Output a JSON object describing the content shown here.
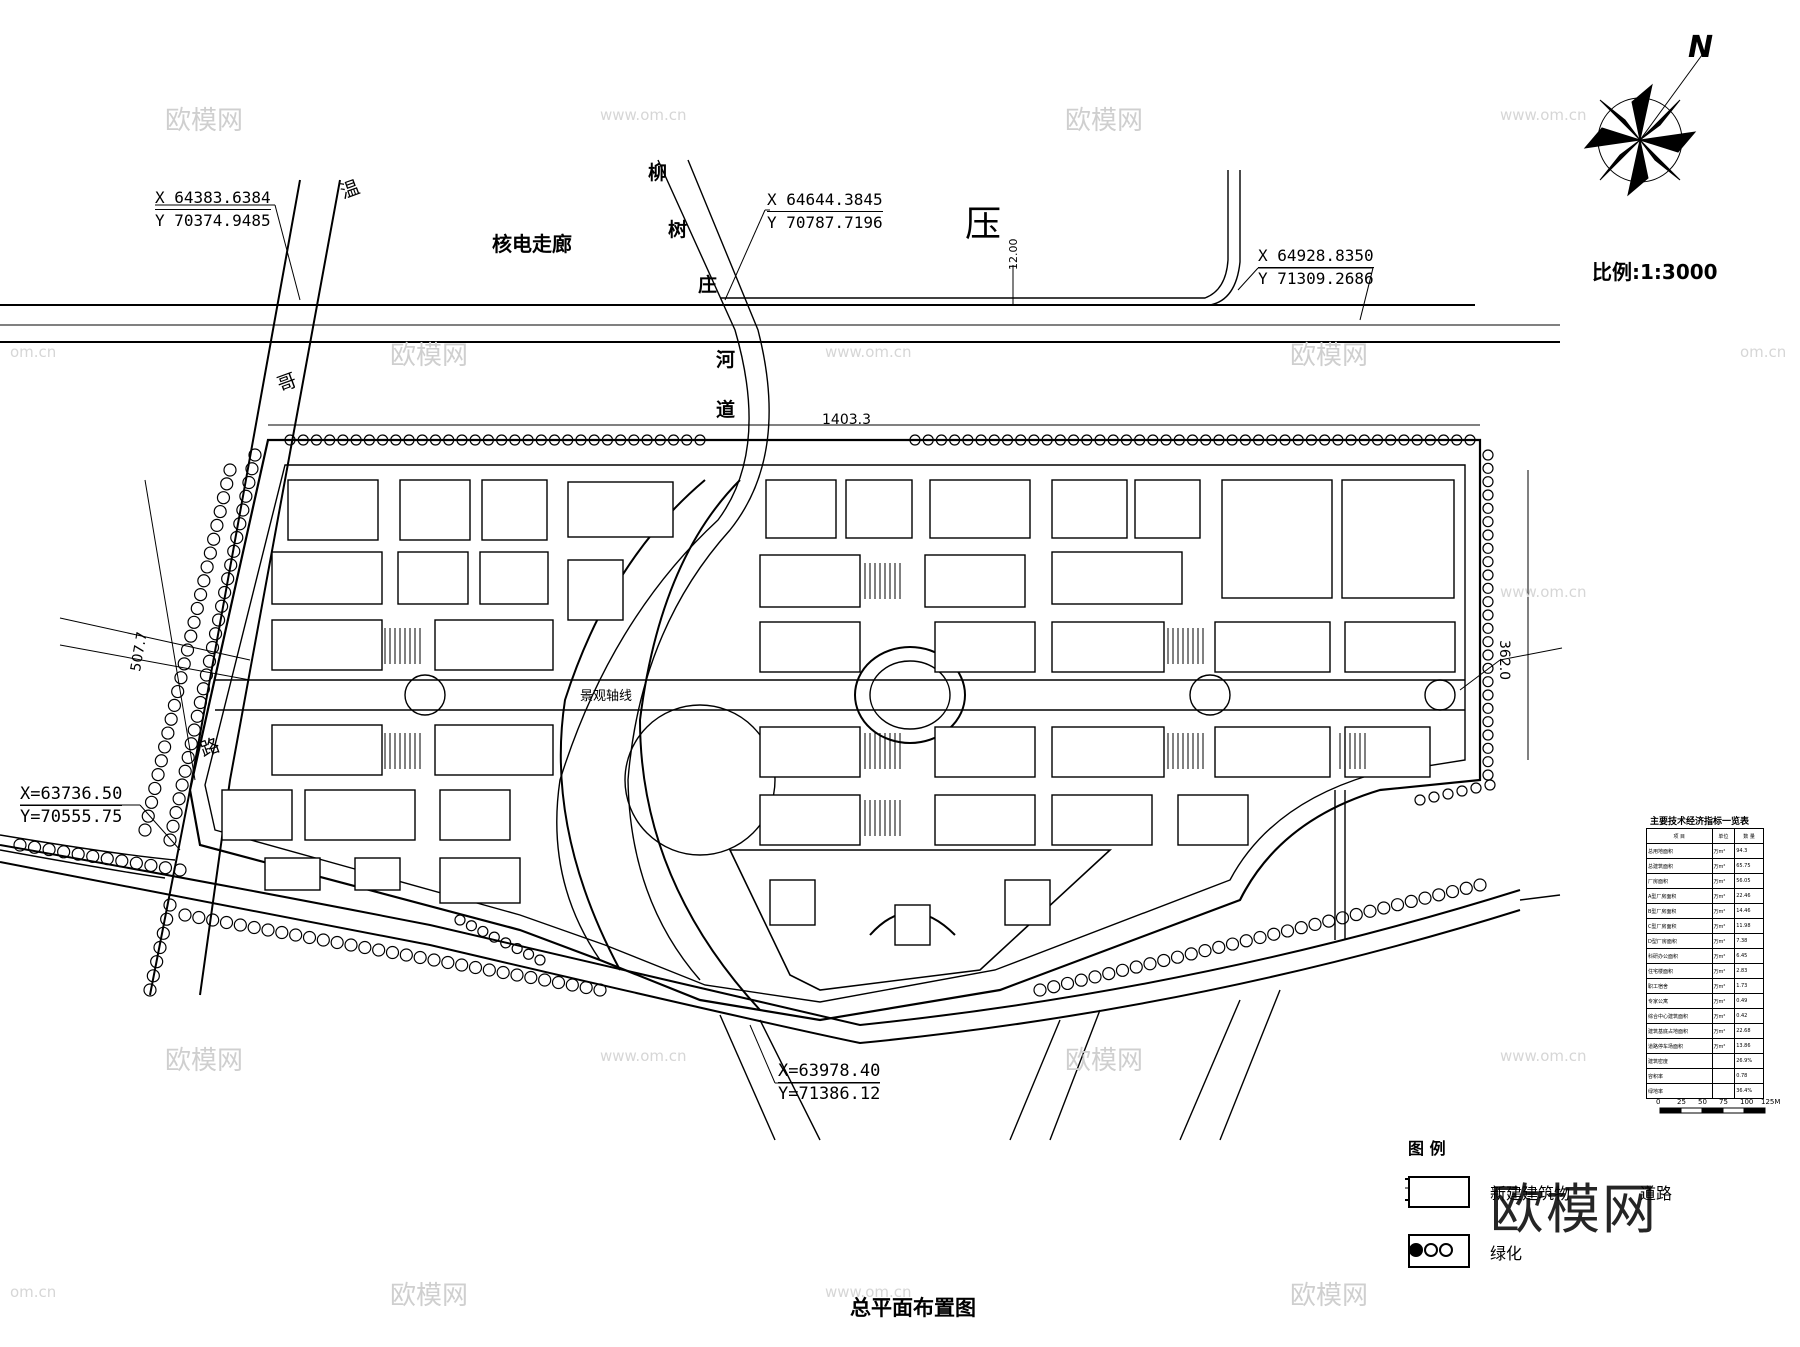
{
  "drawing": {
    "title": "总平面布置图",
    "scale": "比例:1:3000",
    "north": "N",
    "left_street_chars": [
      "温",
      "哥",
      "路"
    ],
    "area_labels": {
      "corridor": "核电走廊",
      "press": "压",
      "river_chars": [
        "柳",
        "树",
        "庄",
        "河",
        "道"
      ],
      "axis": "景观轴线",
      "road_width": "12.00"
    },
    "dimensions": {
      "top": "1403.3",
      "left": "507.7",
      "right": "362.0"
    },
    "coordinates": [
      {
        "x": "X 64383.6384",
        "y": "Y 70374.9485"
      },
      {
        "x": "X 64644.3845",
        "y": "Y 70787.7196"
      },
      {
        "x": "X 64928.8350",
        "y": "Y 71309.2686"
      },
      {
        "x": "X=63736.50",
        "y": "Y=70555.75"
      },
      {
        "x": "X=63978.40",
        "y": "Y=71386.12"
      }
    ]
  },
  "tech_table": {
    "title": "主要技术经济指标一览表",
    "headers": [
      "项 目",
      "单位",
      "数 量"
    ],
    "rows": [
      [
        "总用地面积",
        "万m²",
        "94.3"
      ],
      [
        "总建筑面积",
        "万m²",
        "65.75"
      ],
      [
        "厂房面积",
        "万m²",
        "56.05"
      ],
      [
        "A型厂房面积",
        "万m²",
        "22.46"
      ],
      [
        "B型厂房面积",
        "万m²",
        "14.46"
      ],
      [
        "C型厂房面积",
        "万m²",
        "11.98"
      ],
      [
        "D型厂房面积",
        "万m²",
        "7.38"
      ],
      [
        "科研办公面积",
        "万m²",
        "6.45"
      ],
      [
        "住宅楼面积",
        "万m²",
        "2.83"
      ],
      [
        "职工宿舍",
        "万m²",
        "1.73"
      ],
      [
        "专家公寓",
        "万m²",
        "0.49"
      ],
      [
        "综合中心建筑面积",
        "万m²",
        "0.42"
      ],
      [
        "建筑基底占地面积",
        "万m²",
        "22.68"
      ],
      [
        "道路停车场面积",
        "万m²",
        "13.86"
      ],
      [
        "建筑密度",
        "",
        "26.9%"
      ],
      [
        "容积率",
        "",
        "0.78"
      ],
      [
        "绿地率",
        "",
        "36.4%"
      ]
    ],
    "scale_ticks": [
      "0",
      "25",
      "50",
      "75",
      "100",
      "125M"
    ]
  },
  "legend": {
    "title": "图 例",
    "items": [
      {
        "label": "新建建筑物"
      },
      {
        "label": "道路"
      },
      {
        "label": "绿化"
      }
    ]
  },
  "watermark": {
    "brand": "欧模网",
    "url": "www.om.cn",
    "short": "om.cn"
  }
}
